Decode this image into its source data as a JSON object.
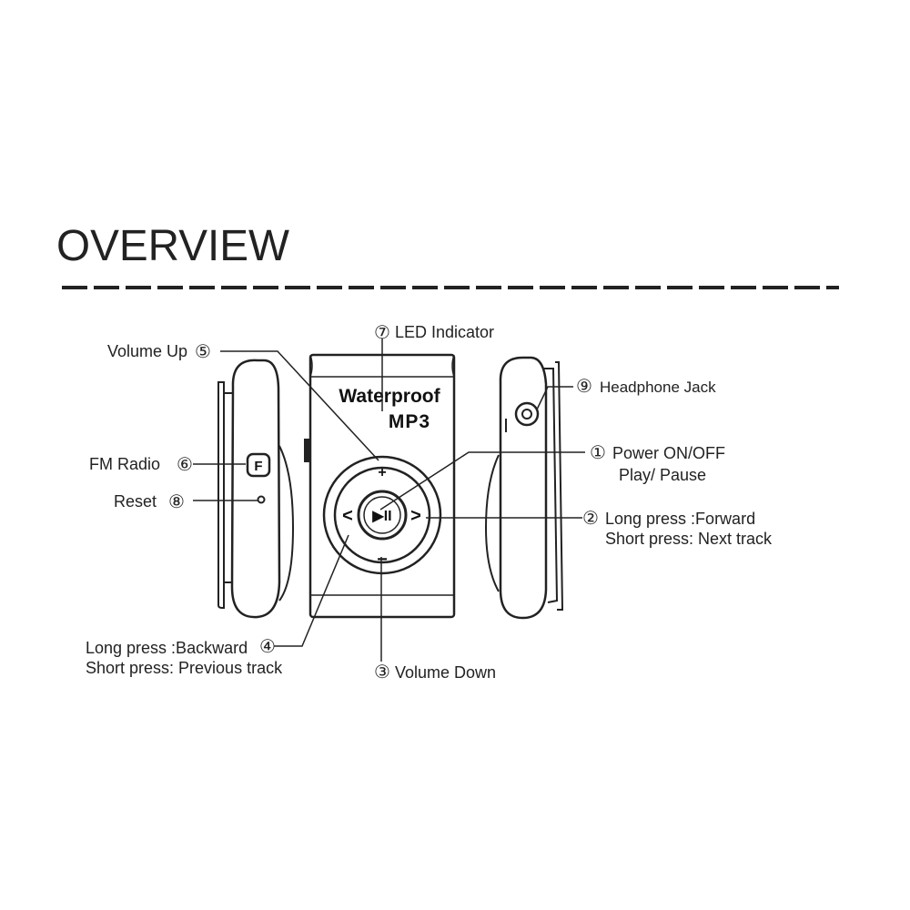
{
  "heading": "OVERVIEW",
  "device": {
    "line1": "Waterproof",
    "line2": "MP3"
  },
  "buttons": {
    "plus": "+",
    "minus": "−",
    "prev": "<",
    "next": ">",
    "fm_key": "F",
    "play_pause": "▶II"
  },
  "callouts": {
    "power": {
      "num": "①",
      "text1": "Power ON/OFF",
      "text2": "Play/ Pause"
    },
    "forward": {
      "num": "②",
      "text1": "Long press :Forward",
      "text2": "Short press: Next track"
    },
    "vol_down": {
      "num": "③",
      "text1": "Volume Down"
    },
    "backward": {
      "num": "④",
      "text1": "Long press :Backward",
      "text2": "Short press: Previous track"
    },
    "vol_up": {
      "num": "⑤",
      "text1": "Volume Up"
    },
    "fm": {
      "num": "⑥",
      "text1": "FM Radio"
    },
    "led": {
      "num": "⑦",
      "text1": "LED Indicator"
    },
    "reset": {
      "num": "⑧",
      "text1": "Reset"
    },
    "jack": {
      "num": "⑨",
      "text1": "Headphone Jack"
    }
  },
  "colors": {
    "ink": "#222222",
    "background": "#ffffff"
  }
}
